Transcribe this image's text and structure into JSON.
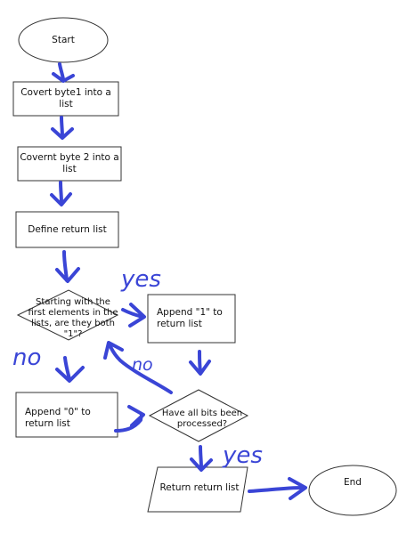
{
  "nodes": {
    "start": "Start",
    "convert1": "Covert byte1 into a list",
    "convert2": "Covernt byte 2 into a list",
    "define": "Define return list",
    "decision1": "Starting with the first elements in the lists, are they both \"1\"?",
    "append1": "Append \"1\" to return list",
    "append0": "Append \"0\" to return list",
    "decision2": "Have all bits been processed?",
    "return": "Return return list",
    "end": "End"
  },
  "annotations": {
    "yes_top": "yes",
    "no_left": "no",
    "no_loop": "no",
    "yes_bottom": "yes"
  },
  "colors": {
    "ink": "#3a45d6",
    "shape_stroke": "#333333"
  }
}
